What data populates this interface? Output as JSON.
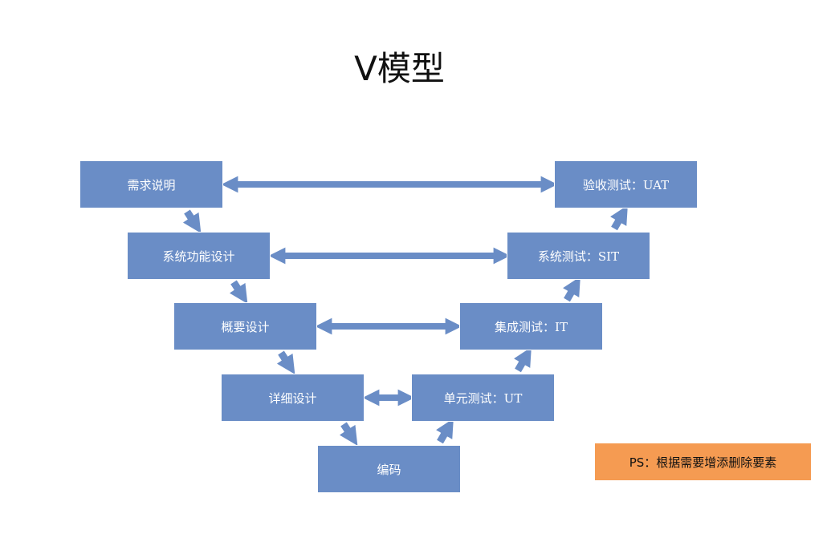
{
  "title": "V模型",
  "colors": {
    "box": "#6a8dc6",
    "arrow": "#6a8dc6",
    "note": "#f59b52"
  },
  "left_stages": [
    {
      "id": "req",
      "label": "需求说明"
    },
    {
      "id": "sys",
      "label": "系统功能设计"
    },
    {
      "id": "outline",
      "label": "概要设计"
    },
    {
      "id": "detail",
      "label": "详细设计"
    }
  ],
  "bottom_stage": {
    "id": "code",
    "label": "编码"
  },
  "right_stages": [
    {
      "id": "uat",
      "label": "验收测试：UAT"
    },
    {
      "id": "sit",
      "label": "系统测试：SIT"
    },
    {
      "id": "it",
      "label": "集成测试：IT"
    },
    {
      "id": "ut",
      "label": "单元测试：UT"
    }
  ],
  "note": "PS：根据需要增添删除要素"
}
